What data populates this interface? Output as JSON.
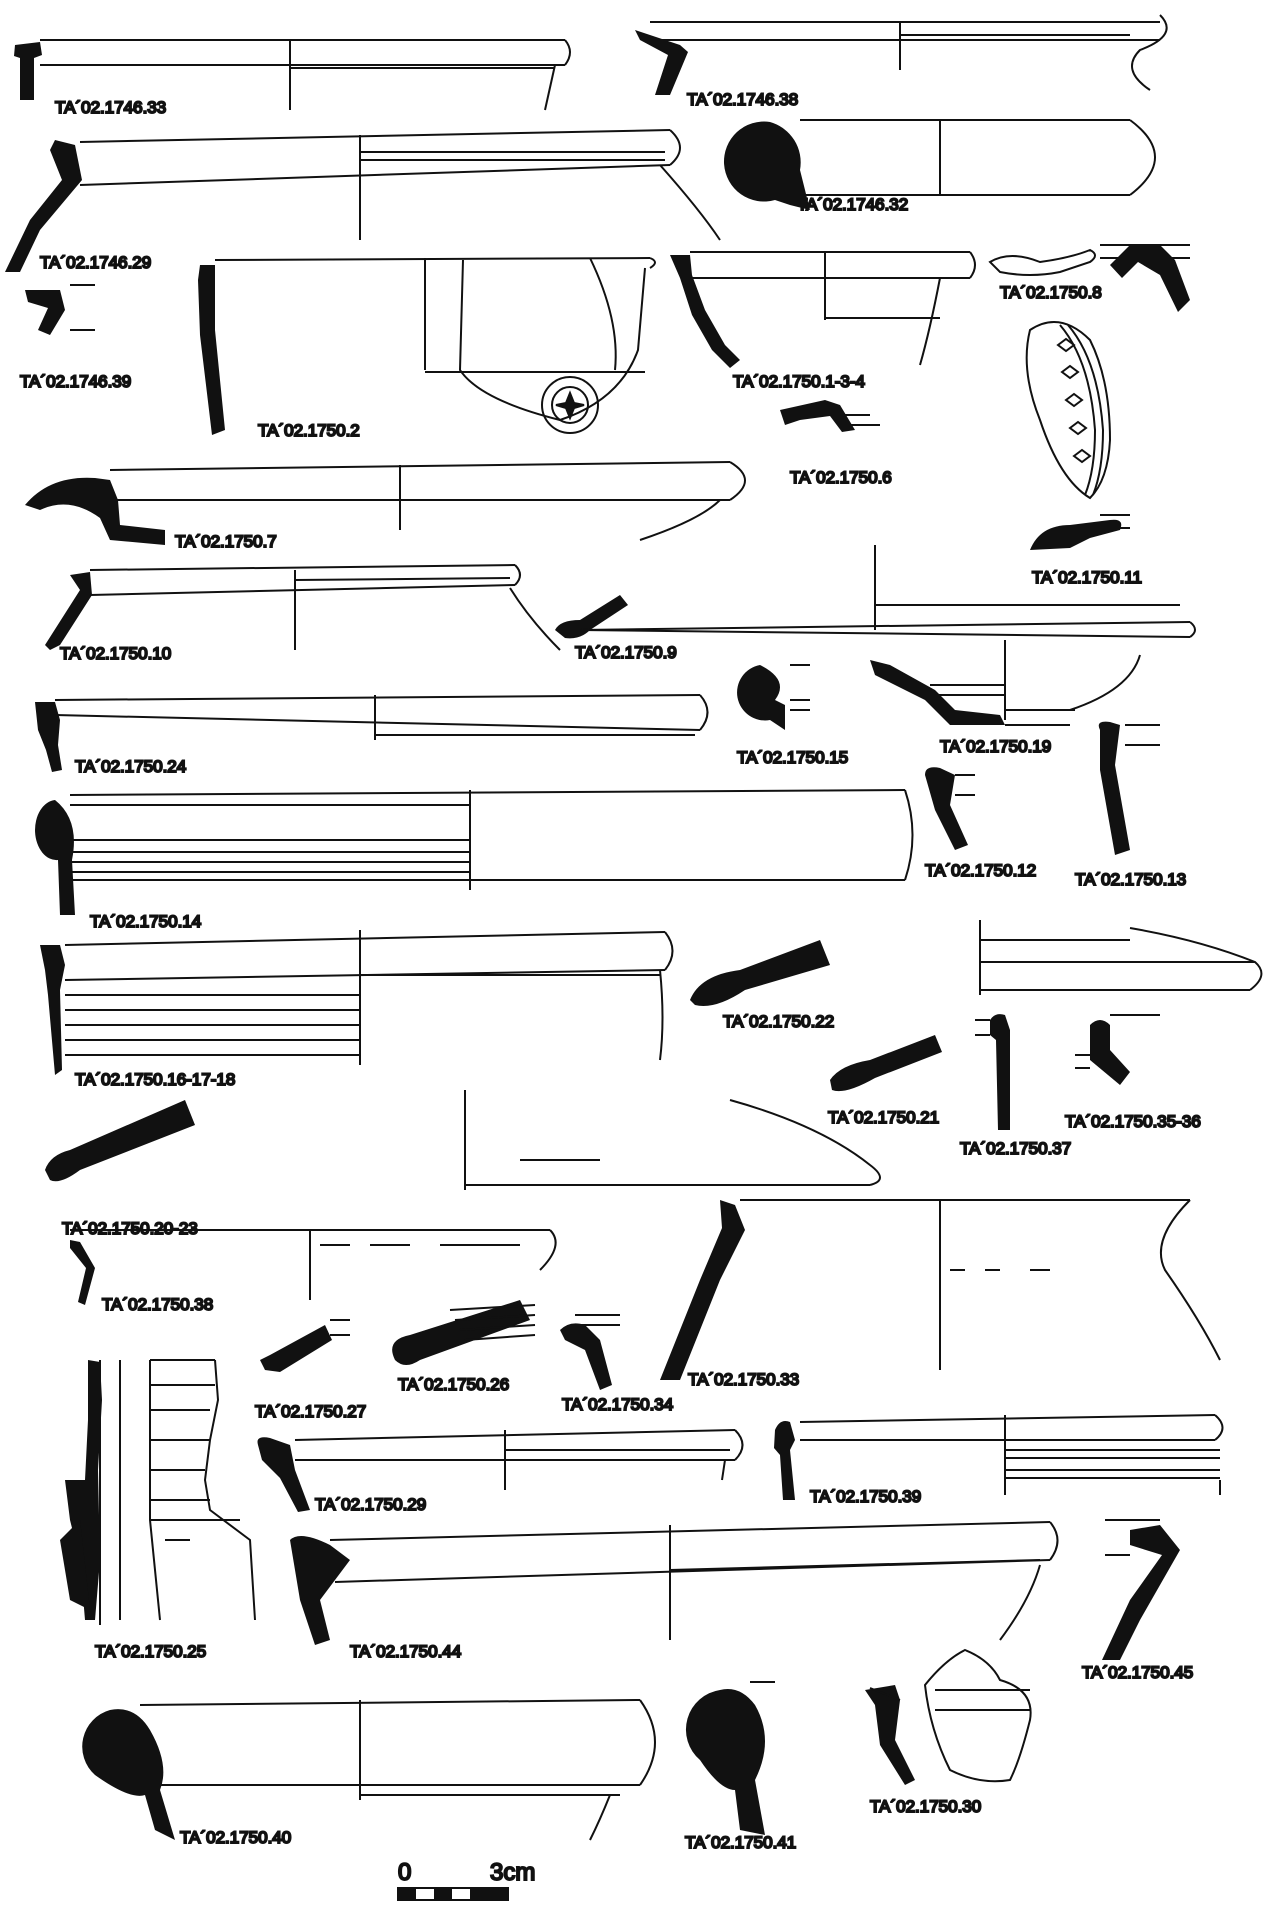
{
  "labels": {
    "l1": "TA´02.1746.33",
    "l2": "TA´02.1746.38",
    "l3": "TA´02.1746.29",
    "l4": "TA´02.1746.32",
    "l5": "TA´02.1746.39",
    "l6": "TA´02.1750.2",
    "l7": "TA´02.1750.1-3-4",
    "l8": "TA´02.1750.8",
    "l9": "TA´02.1750.6",
    "l10": "TA´02.1750.7",
    "l11": "TA´02.1750.11",
    "l12": "TA´02.1750.10",
    "l13": "TA´02.1750.9",
    "l14": "TA´02.1750.24",
    "l15": "TA´02.1750.15",
    "l16": "TA´02.1750.19",
    "l17": "TA´02.1750.14",
    "l18": "TA´02.1750.12",
    "l19": "TA´02.1750.13",
    "l20": "TA´02.1750.16-17-18",
    "l21": "TA´02.1750.22",
    "l22": "TA´02.1750.21",
    "l23": "TA´02.1750.37",
    "l24": "TA´02.1750.35-36",
    "l25": "TA´02.1750.20-23",
    "l26": "TA´02.1750.38",
    "l27": "TA´02.1750.27",
    "l28": "TA´02.1750.26",
    "l29": "TA´02.1750.34",
    "l30": "TA´02.1750.33",
    "l31": "TA´02.1750.29",
    "l32": "TA´02.1750.39",
    "l33": "TA´02.1750.25",
    "l34": "TA´02.1750.44",
    "l35": "TA´02.1750.45",
    "l36": "TA´02.1750.40",
    "l37": "TA´02.1750.41",
    "l38": "TA´02.1750.30"
  },
  "scale_bar": {
    "start": "0",
    "end": "3cm"
  }
}
